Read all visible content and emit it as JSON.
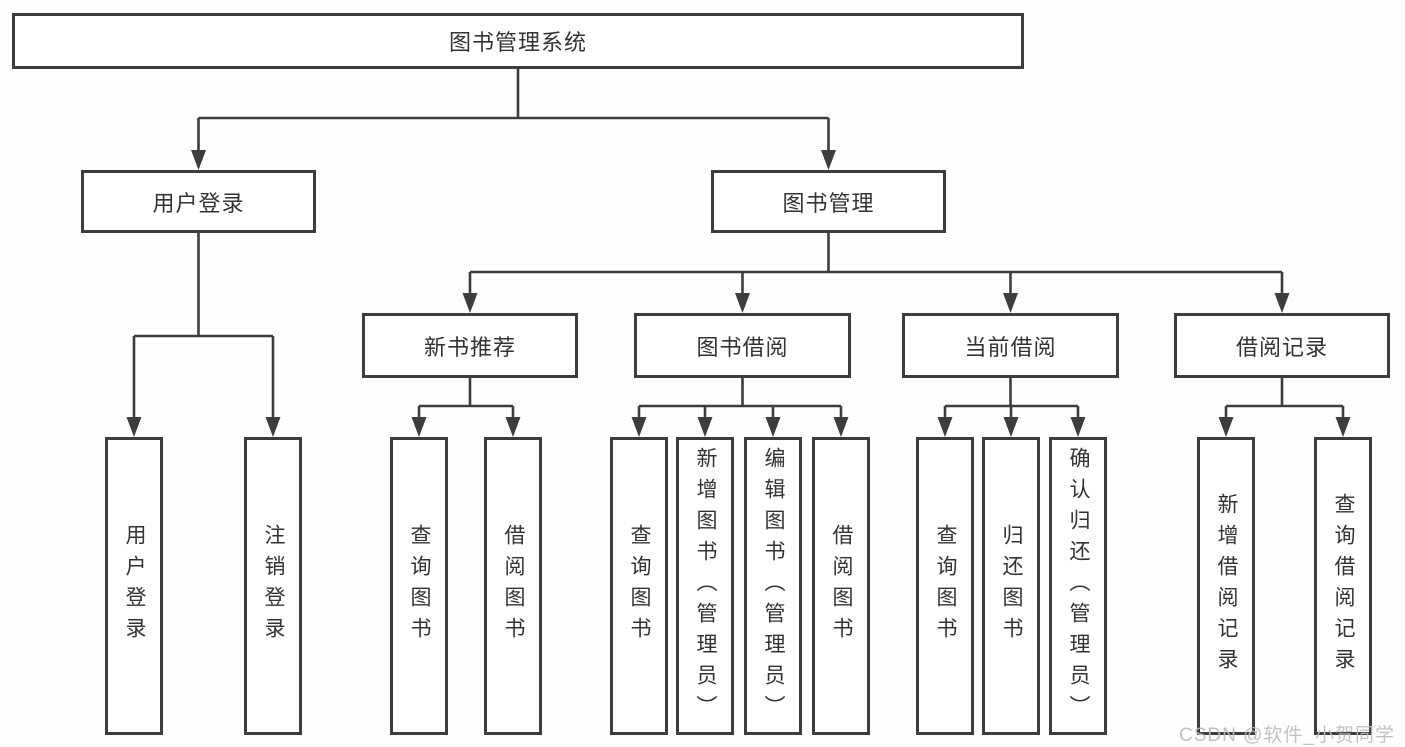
{
  "tree": {
    "label": "图书管理系统",
    "children": [
      {
        "label": "用户登录",
        "children": [
          {
            "label": "用户登录"
          },
          {
            "label": "注销登录"
          }
        ]
      },
      {
        "label": "图书管理",
        "children": [
          {
            "label": "新书推荐",
            "children": [
              {
                "label": "查询图书"
              },
              {
                "label": "借阅图书"
              }
            ]
          },
          {
            "label": "图书借阅",
            "children": [
              {
                "label": "查询图书"
              },
              {
                "label": "新增图书（管理员）"
              },
              {
                "label": "编辑图书（管理员）"
              },
              {
                "label": "借阅图书"
              }
            ]
          },
          {
            "label": "当前借阅",
            "children": [
              {
                "label": "查询图书"
              },
              {
                "label": "归还图书"
              },
              {
                "label": "确认归还（管理员）"
              }
            ]
          },
          {
            "label": "借阅记录",
            "children": [
              {
                "label": "新增借阅记录"
              },
              {
                "label": "查询借阅记录"
              }
            ]
          }
        ]
      }
    ]
  },
  "watermark": {
    "text": "CSDN @软件_小贺同学"
  },
  "colors": {
    "line": "#3d3d3d",
    "text": "#333333",
    "box_background": "#ffffff",
    "watermark": "#bcbbc0"
  }
}
